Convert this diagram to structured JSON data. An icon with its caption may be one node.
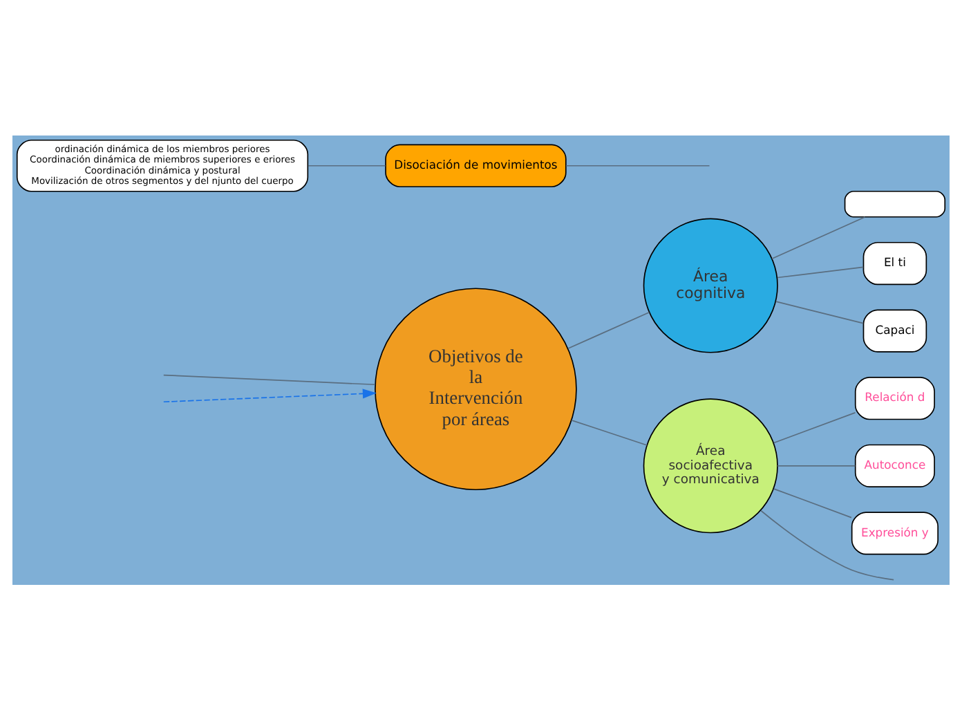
{
  "diagram": {
    "nodes": [
      {
        "text": [
          "Objetivos de la Intervención por áreas"
        ]
      },
      {
        "text": [
          "Área cognitiva"
        ]
      },
      {
        "text": [
          "Área socioafectiva y comunicativa"
        ]
      },
      {
        "text": [],
        "shape": "box"
      },
      {
        "text": [
          "El ti"
        ]
      },
      {
        "text": [
          "Capaci"
        ]
      },
      {
        "text": [
          "Relación d"
        ]
      },
      {
        "text": [
          "Autoconce"
        ]
      },
      {
        "text": [
          "Expresión y"
        ]
      },
      {
        "text": [
          "ordinación dinámica de los miembros periores",
          "Coordinación dinámica de miembros superiores e eriores",
          "Coordinación dinámica y postural",
          "Movilización de otros segmentos y del njunto del cuerpo"
        ]
      },
      {
        "text": [
          "Disociación de movimientos"
        ]
      }
    ],
    "edges": [
      {
        "from": 0,
        "to": 1,
        "arrow": "none"
      },
      {
        "from": 0,
        "to": 2,
        "arrow": "none"
      },
      {
        "from": 1,
        "to": 3,
        "arrow": "none"
      },
      {
        "from": 1,
        "to": 4,
        "arrow": "none"
      },
      {
        "from": 1,
        "to": 5,
        "arrow": "none"
      },
      {
        "from": 2,
        "to": 6,
        "arrow": "none"
      },
      {
        "from": 2,
        "to": 7,
        "arrow": "none"
      },
      {
        "from": 2,
        "to": 8,
        "arrow": "none"
      },
      {
        "from": 2,
        "to": null,
        "arrow": "none"
      },
      {
        "from": null,
        "to": 0,
        "arrow": "none"
      },
      {
        "from": null,
        "to": 0,
        "arrow": "to",
        "style": "dashed",
        "color": "#1a73e8"
      },
      {
        "from": 9,
        "to": 10,
        "arrow": "none"
      },
      {
        "from": 10,
        "to": null,
        "arrow": "none"
      }
    ]
  }
}
